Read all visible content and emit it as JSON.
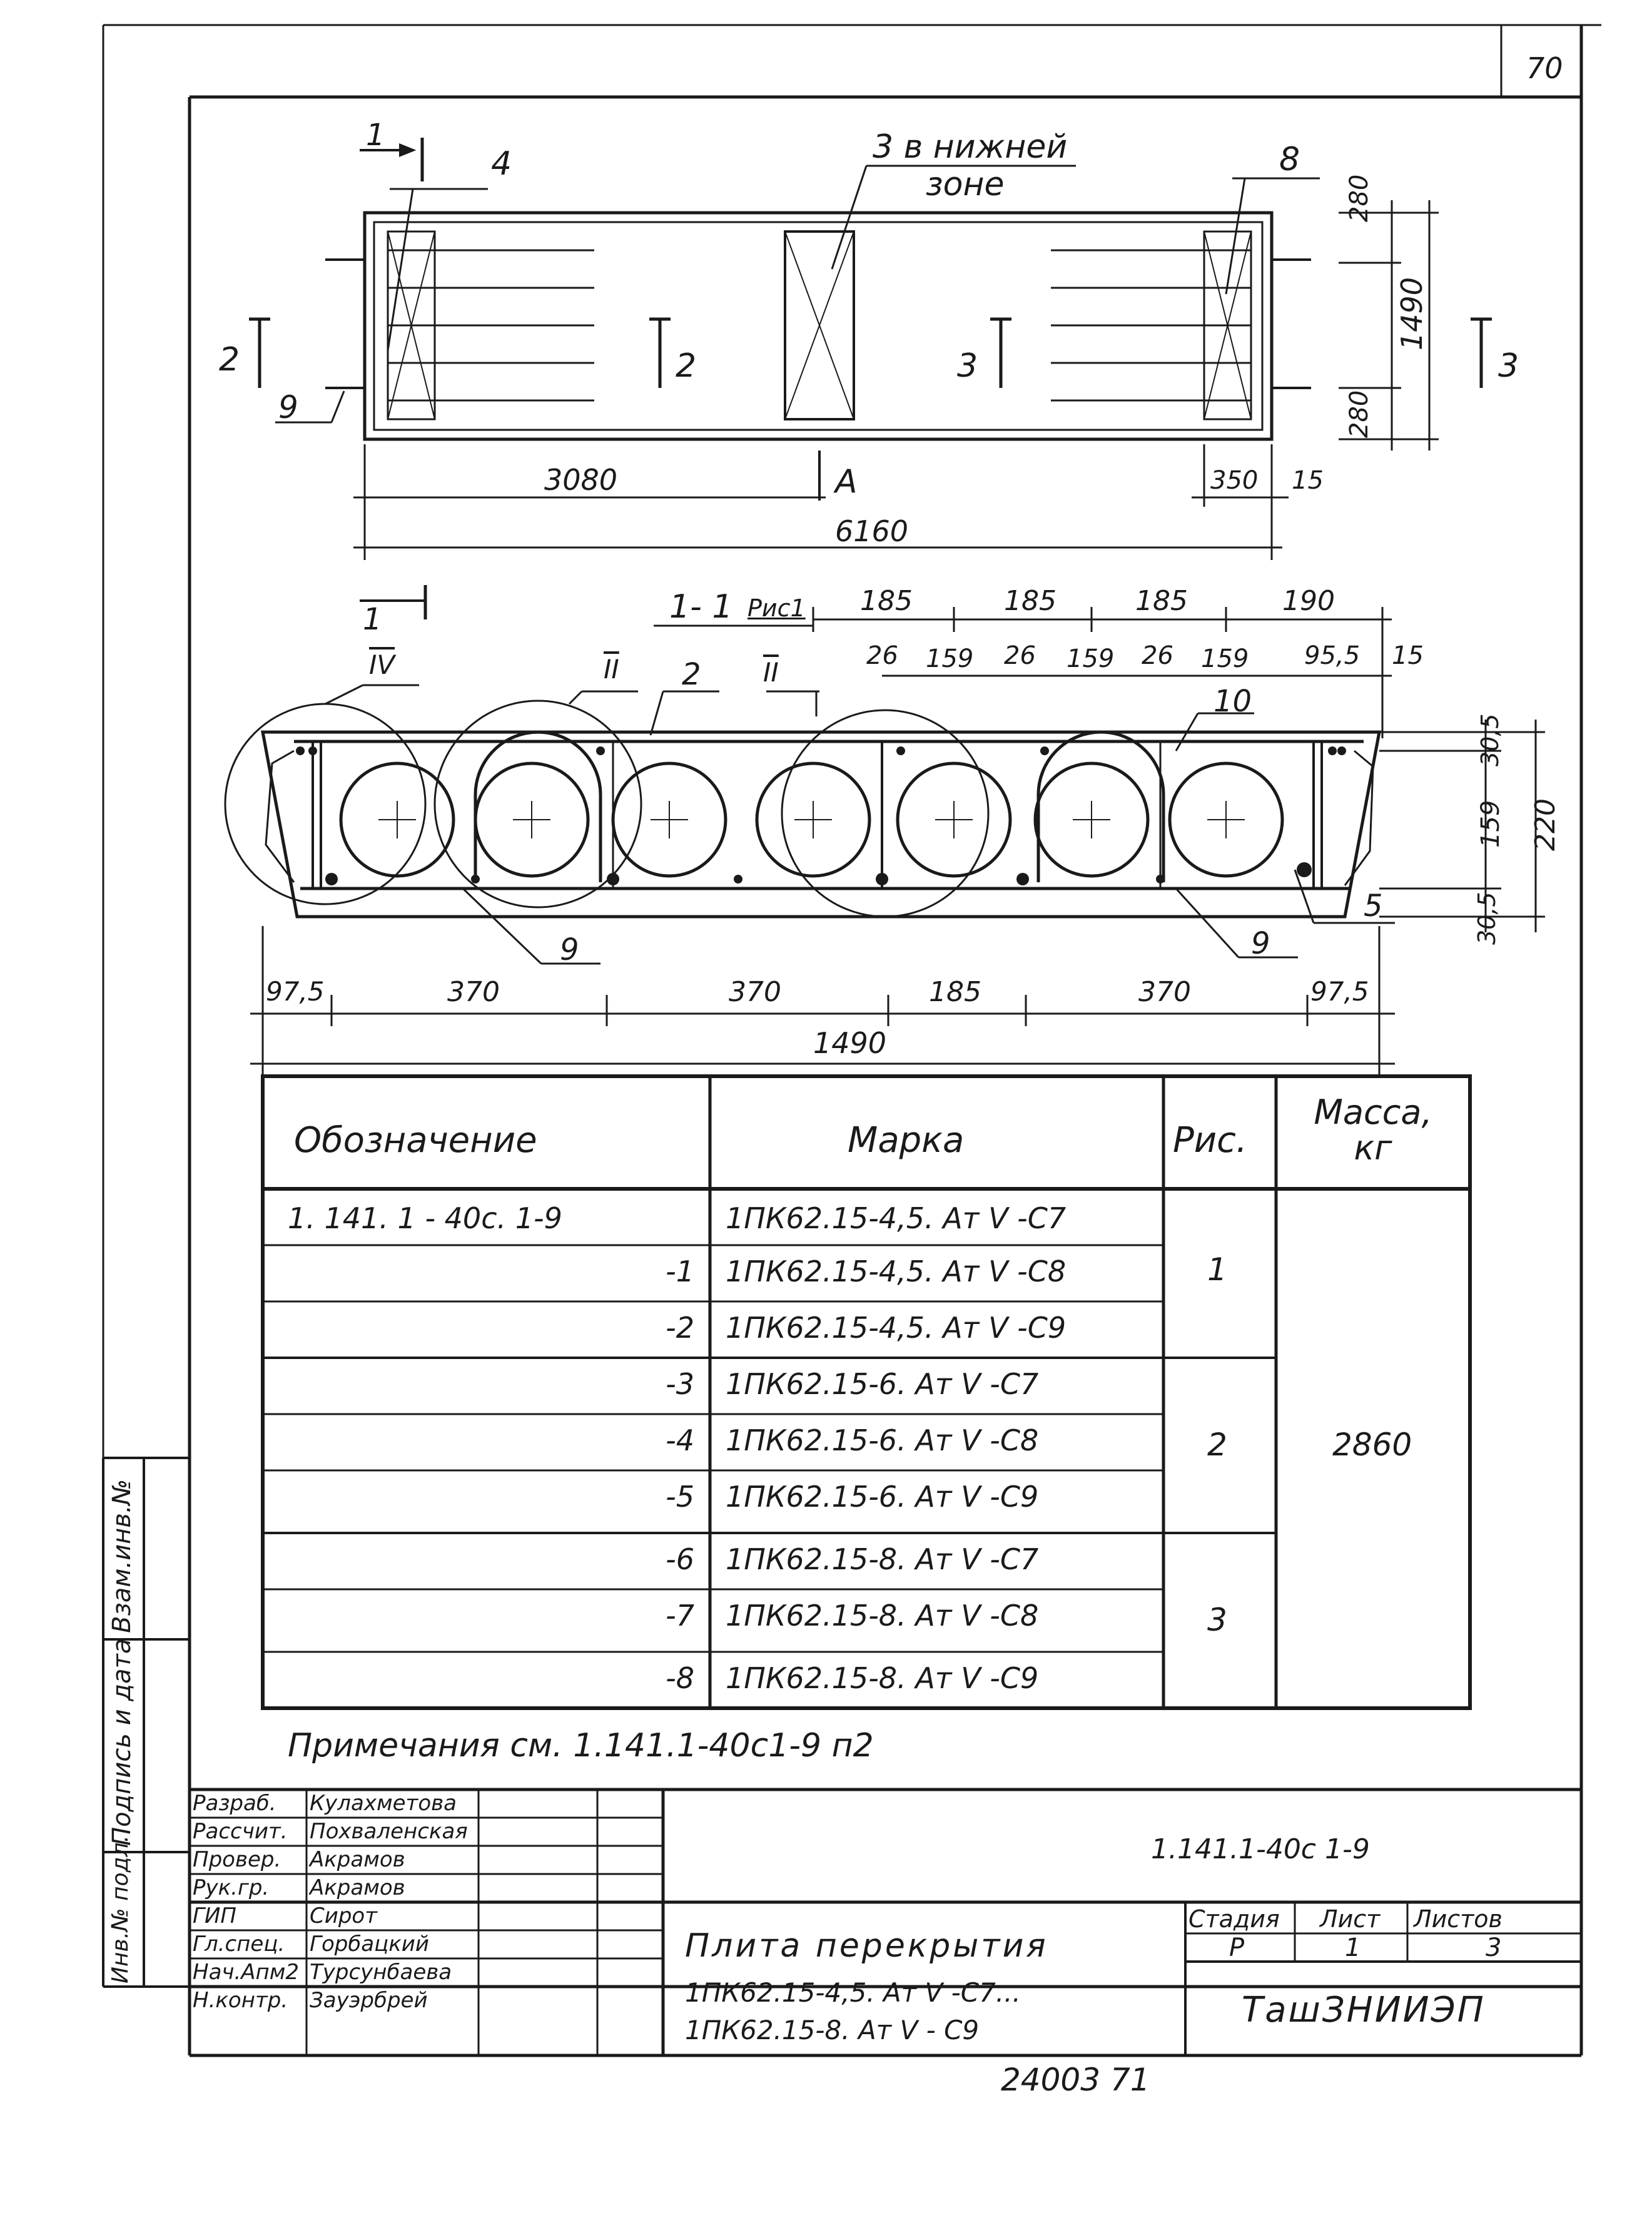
{
  "page_number": "70",
  "plan": {
    "note_bottom_zone": [
      "3 в нижней",
      "зоне"
    ],
    "callouts": {
      "c1": "1",
      "c4": "4",
      "c8": "8",
      "c9": "9"
    },
    "sections": {
      "s2": "2",
      "s3": "3",
      "a": "А"
    },
    "dims": {
      "d280a": "280",
      "d1490": "1490",
      "d280b": "280",
      "d3080": "3080",
      "d350": "350",
      "d15": "15",
      "d6160": "6160"
    }
  },
  "section": {
    "title": "1- 1",
    "fig": "Рис1",
    "marks": {
      "iv": "IV",
      "ii1": "II",
      "ii2": "II",
      "m2": "2",
      "m10": "10",
      "m5": "5",
      "m9a": "9",
      "m9b": "9",
      "m1": "1"
    },
    "top_dims": [
      "185",
      "185",
      "185",
      "190"
    ],
    "top_dims2": [
      "26",
      "159",
      "26",
      "159",
      "26",
      "159",
      "95,5",
      "15"
    ],
    "right_dims": [
      "30,5",
      "159",
      "30,5",
      "220"
    ],
    "bottom_dims": [
      "97,5",
      "370",
      "370",
      "185",
      "370",
      "97,5"
    ],
    "total": "1490"
  },
  "table": {
    "headers": [
      "Обозначение",
      "Марка",
      "Рис.",
      "Масса, кг"
    ],
    "rows": [
      {
        "des": "1. 141. 1 - 40с. 1-9",
        "mark": "1ПК62.15-4,5. Ат V -С7"
      },
      {
        "des": "-1",
        "mark": "1ПК62.15-4,5. Ат V -С8"
      },
      {
        "des": "-2",
        "mark": "1ПК62.15-4,5. Ат V -С9"
      },
      {
        "des": "-3",
        "mark": "1ПК62.15-6. Ат V -С7"
      },
      {
        "des": "-4",
        "mark": "1ПК62.15-6. Ат V -С8"
      },
      {
        "des": "-5",
        "mark": "1ПК62.15-6. Ат V -С9"
      },
      {
        "des": "-6",
        "mark": "1ПК62.15-8. Ат V -С7"
      },
      {
        "des": "-7",
        "mark": "1ПК62.15-8. Ат V -С8"
      },
      {
        "des": "-8",
        "mark": "1ПК62.15-8. Ат V -С9"
      }
    ],
    "fig_groups": [
      "1",
      "2",
      "3"
    ],
    "mass": "2860"
  },
  "note": "Примечания см. 1.141.1-40с1-9 п2",
  "side_labels": [
    "Инв.№ подл.",
    "Подпись и дата",
    "Взам.инв.№"
  ],
  "stamp": {
    "roles": [
      "Разраб.",
      "Рассчит.",
      "Провер.",
      "Рук.гр.",
      "ГИП",
      "Гл.спец.",
      "Нач.Апм2",
      "Н.контр."
    ],
    "names": [
      "Кулахметова",
      "Похваленская",
      "Акрамов",
      "Акрамов",
      "Сирот",
      "Горбацкий",
      "Турсунбаева",
      "Зауэрбрей"
    ],
    "code": "1.141.1-40с 1-9",
    "title_lines": [
      "Плита перекрытия",
      "1ПК62.15-4,5. Ат V -С7...",
      "1ПК62.15-8. Ат V - С9"
    ],
    "stage_header": "Стадия",
    "sheet_header": "Лист",
    "sheets_header": "Листов",
    "stage": "Р",
    "sheet": "1",
    "sheets": "3",
    "org": "ТашЗНИИЭП"
  },
  "bottom_number": "24003  71"
}
